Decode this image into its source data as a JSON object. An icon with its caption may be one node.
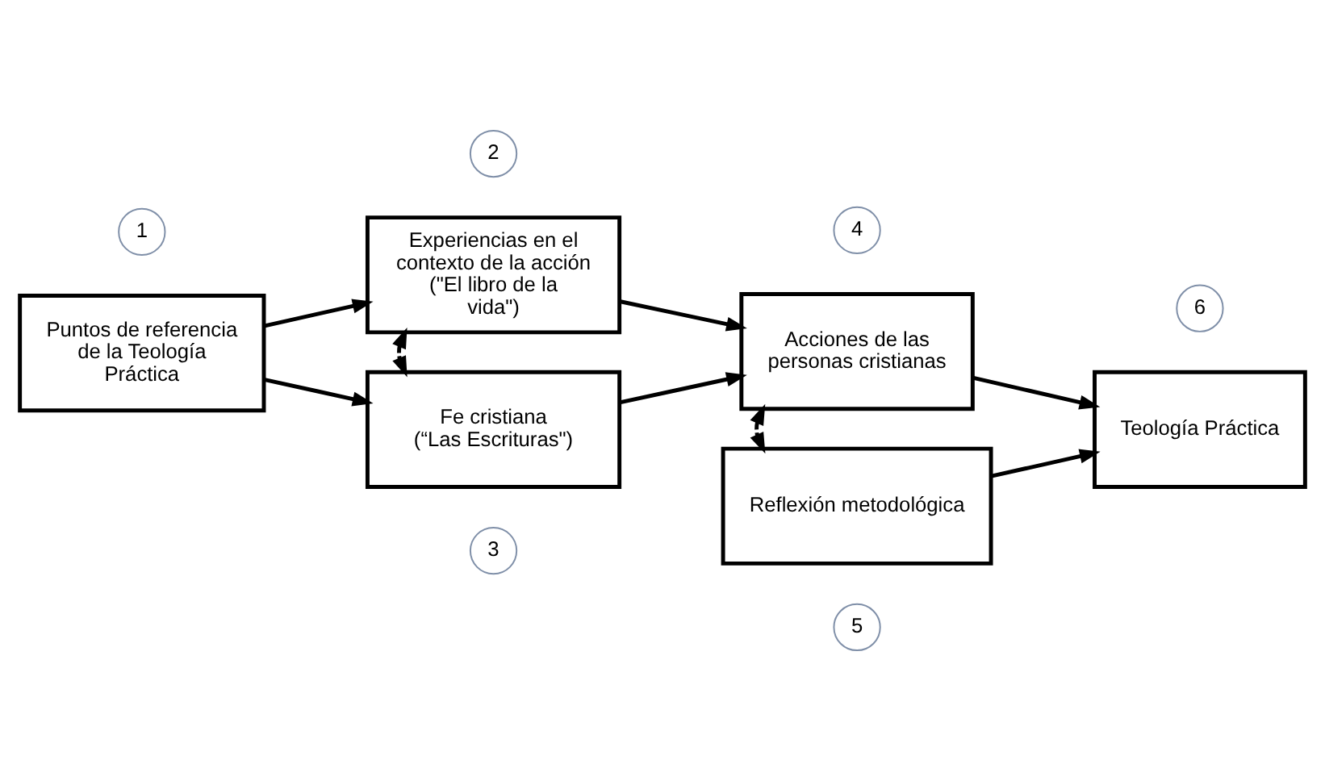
{
  "diagram": {
    "nodes": [
      {
        "text": [
          "1"
        ]
      },
      {
        "text": [
          "Puntos de referencia de la Teología Práctica"
        ]
      },
      {
        "text": [
          "2"
        ]
      },
      {
        "text": [
          "Experiencias en el contexto de la acción",
          "(\"El libro de la vida\")"
        ]
      },
      {
        "text": [
          "Fe cristiana",
          "(“Las Escrituras\")"
        ]
      },
      {
        "text": [
          "3"
        ]
      },
      {
        "text": [
          "4"
        ]
      },
      {
        "text": [
          "Acciones de las personas cristianas"
        ]
      },
      {
        "text": [
          "Reflexión metodológica"
        ]
      },
      {
        "text": [
          "5"
        ]
      },
      {
        "text": [
          "6"
        ]
      },
      {
        "text": [
          "Teología Práctica"
        ]
      }
    ],
    "edges": [
      {
        "from": 1,
        "to": 3,
        "arrow": "to"
      },
      {
        "from": 1,
        "to": 4,
        "arrow": "to"
      },
      {
        "from": 3,
        "to": 4,
        "arrow": "both",
        "style": "dashed"
      },
      {
        "from": 3,
        "to": 7,
        "arrow": "to"
      },
      {
        "from": 4,
        "to": 7,
        "arrow": "to"
      },
      {
        "from": 7,
        "to": 8,
        "arrow": "both",
        "style": "dashed"
      },
      {
        "from": 7,
        "to": 11,
        "arrow": "to"
      },
      {
        "from": 8,
        "to": 11,
        "arrow": "to"
      }
    ]
  }
}
